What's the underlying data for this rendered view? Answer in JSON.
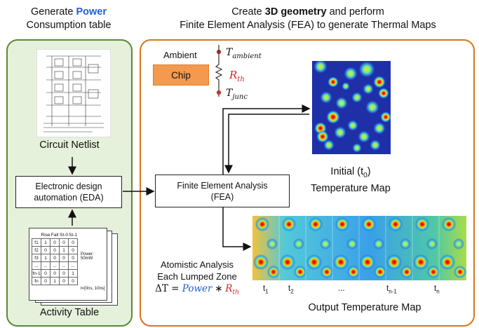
{
  "left_header": {
    "line1_pre": "Generate ",
    "line1_bold": "Power",
    "line2": "Consumption table"
  },
  "right_header": {
    "line1_pre": "Create ",
    "line1_bold": "3D geometry",
    "line1_post": " and perform",
    "line2": "Finite Element Analysis (FEA) to generate Thermal Maps"
  },
  "circuit_netlist_label": "Circuit Netlist",
  "eda_box": {
    "line1": "Electronic design",
    "line2": "automation (EDA)"
  },
  "activity_table": {
    "label": "Activity Table",
    "headers": [
      "",
      "Rise",
      "Fall",
      "St-0",
      "St-1"
    ],
    "rows": [
      [
        "f1",
        "1",
        "0",
        "0",
        "0"
      ],
      [
        "f2",
        "0",
        "0",
        "1",
        "0"
      ],
      [
        "f3",
        "1",
        "0",
        "0",
        "0"
      ],
      [
        "...",
        "...",
        "...",
        "...",
        "..."
      ],
      [
        "fn-1",
        "0",
        "0",
        "0",
        "1"
      ],
      [
        "fn",
        "0",
        "1",
        "0",
        "0"
      ]
    ],
    "power_note": "Power: 50mW",
    "time_note": "t=[0ns, 10ns]"
  },
  "thermal_model": {
    "ambient_label": "Ambient",
    "chip_label": "Chip",
    "t_ambient": "T",
    "t_ambient_sub": "ambient",
    "r_th": "R",
    "r_th_sub": "th",
    "t_junc": "T",
    "t_junc_sub": "junc"
  },
  "fea_box": {
    "line1": "Finite Element Analysis",
    "line2": "(FEA)"
  },
  "initial_map": {
    "line1_pre": "Initial (t",
    "line1_sub": "0",
    "line1_post": ")",
    "line2": "Temperature Map"
  },
  "atomistic": {
    "line1": "Atomistic Analysis",
    "line2": "Each Lumped Zone",
    "eq_delta": "ΔT = ",
    "eq_power": "Power",
    "eq_times": " ∗ ",
    "eq_r": "R",
    "eq_r_sub": "th"
  },
  "time_labels": [
    {
      "base": "t",
      "sub": "1"
    },
    {
      "base": "t",
      "sub": "2"
    },
    {
      "base": "...",
      "sub": ""
    },
    {
      "base": "t",
      "sub": "n-1"
    },
    {
      "base": "t",
      "sub": "n"
    }
  ],
  "output_map_label": "Output Temperature Map",
  "colors": {
    "green_panel": "#e6f1dc",
    "green_border": "#5a8a33",
    "orange_border": "#d8761a",
    "chip": "#f39a4f",
    "power_blue": "#1e5fd6",
    "rth_red": "#d22"
  }
}
